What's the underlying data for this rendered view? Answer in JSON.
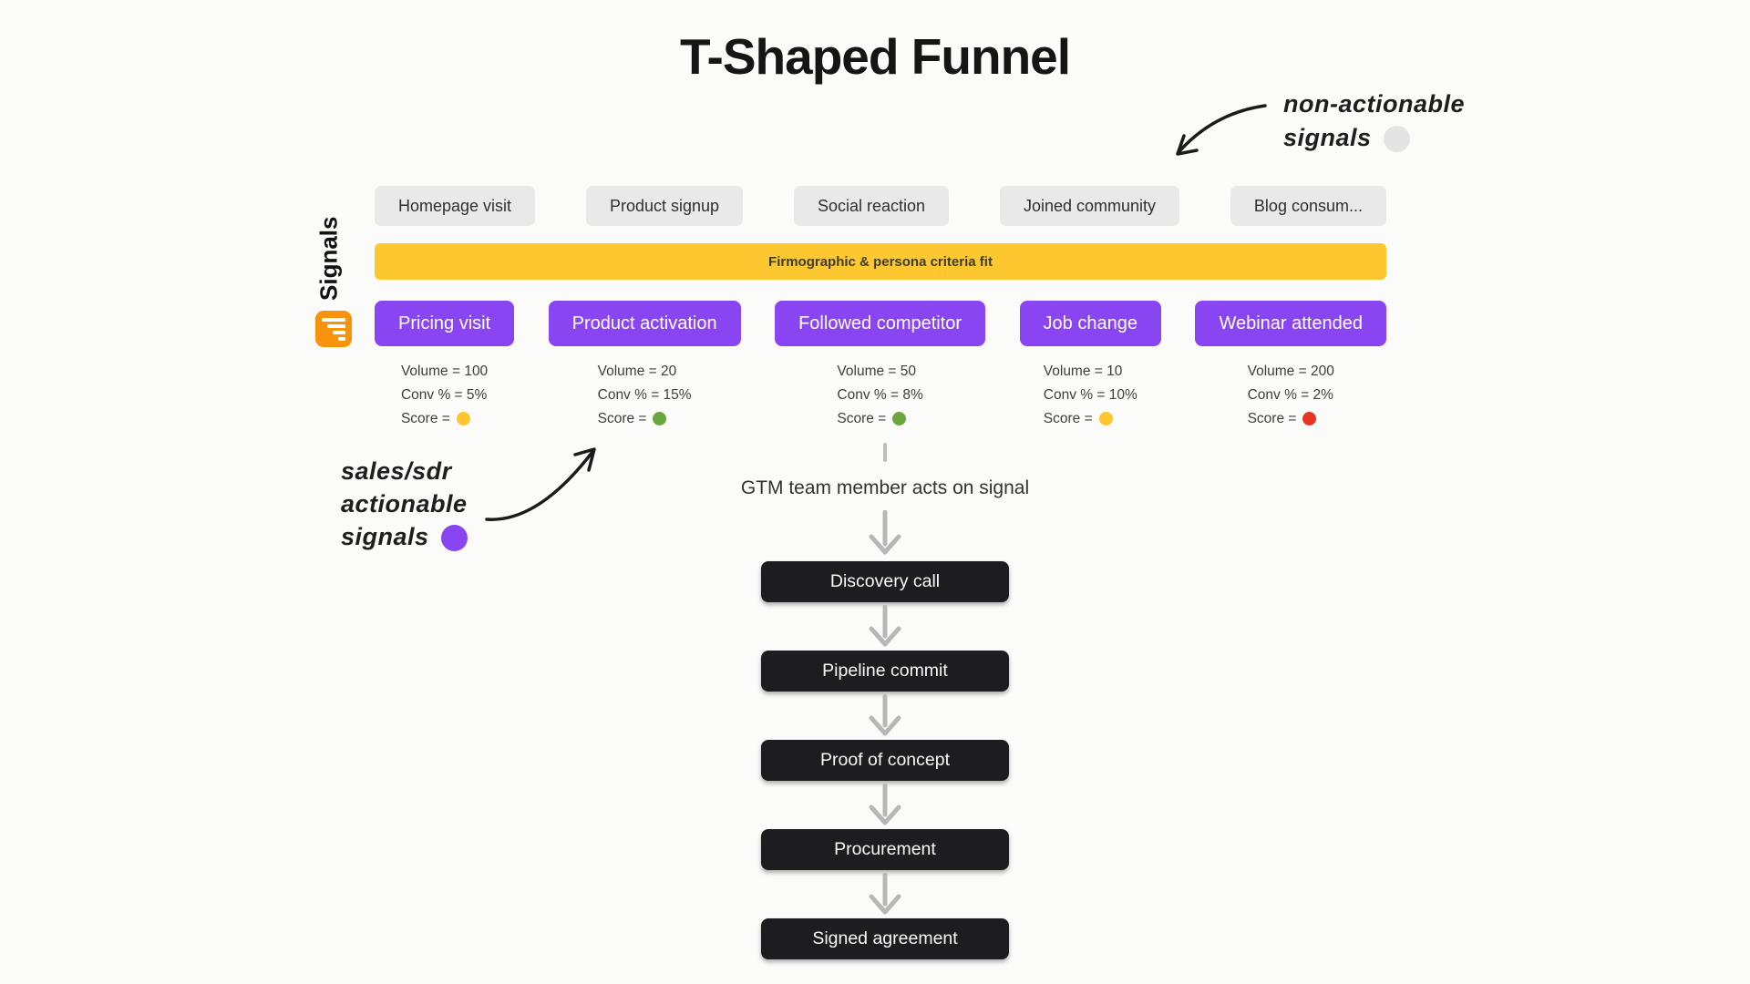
{
  "page": {
    "title": "T-Shaped Funnel",
    "background_color": "#fbfbfa"
  },
  "icons": {
    "signals_icon": "signal-funnel-icon",
    "flow_arrow": "down-arrow-icon",
    "annotation_arrows": "hand-drawn-arrow-icon"
  },
  "signals_band": {
    "label": "Signals",
    "icon_color": "#f7930d",
    "non_actionable_items": [
      "Homepage visit",
      "Product signup",
      "Social reaction",
      "Joined community",
      "Blog consum..."
    ],
    "non_actionable_chip_color": "#e9e9e9",
    "criteria_bar": {
      "label": "Firmographic & persona criteria fit",
      "color": "#fdc82f"
    },
    "actionable_color": "#8945f2",
    "actionable_items": [
      {
        "label": "Pricing visit",
        "volume": "Volume = 100",
        "conv": "Conv % = 5%",
        "score_label": "Score =",
        "score_color": "#fdc530"
      },
      {
        "label": "Product activation",
        "volume": "Volume = 20",
        "conv": "Conv % = 15%",
        "score_label": "Score =",
        "score_color": "#6aa63d"
      },
      {
        "label": "Followed competitor",
        "volume": "Volume = 50",
        "conv": "Conv % = 8%",
        "score_label": "Score =",
        "score_color": "#6aa63d"
      },
      {
        "label": "Job change",
        "volume": "Volume = 10",
        "conv": "Conv % = 10%",
        "score_label": "Score =",
        "score_color": "#fdc530"
      },
      {
        "label": "Webinar attended",
        "volume": "Volume = 200",
        "conv": "Conv % = 2%",
        "score_label": "Score =",
        "score_color": "#e93425"
      }
    ]
  },
  "annotations": {
    "non_actionable": {
      "line1": "non-actionable",
      "line2": "signals",
      "dot_color": "#e4e4e4"
    },
    "actionable": {
      "line1": "sales/sdr",
      "line2": "actionable",
      "line3": "signals",
      "dot_color": "#8945f2"
    }
  },
  "flow": {
    "connector_label": "GTM team member acts on signal",
    "stage_color": "#1d1d1f",
    "arrow_color": "#b7b7b7",
    "stages": [
      "Discovery call",
      "Pipeline commit",
      "Proof of concept",
      "Procurement",
      "Signed agreement"
    ]
  }
}
